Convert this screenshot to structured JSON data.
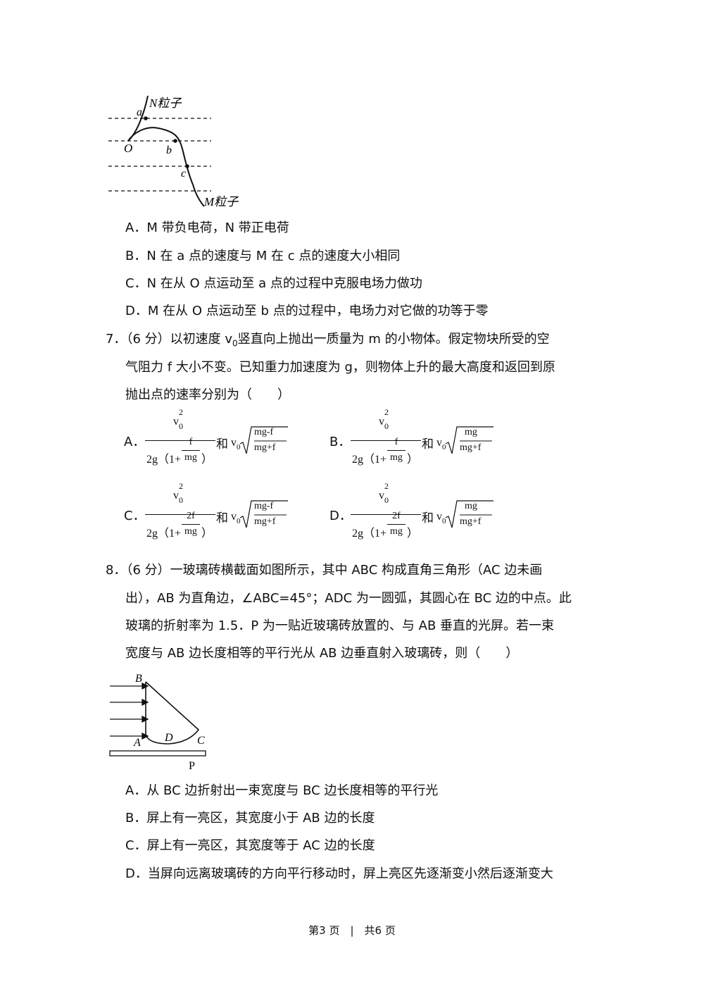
{
  "fig1": {
    "n_label": "N粒子",
    "m_label": "M粒子",
    "pt_a": "a",
    "pt_o": "O",
    "pt_b": "b",
    "pt_c": "c"
  },
  "q6": {
    "options": [
      "A．M 带负电荷，N 带正电荷",
      "B．N 在 a 点的速度与 M 在 c 点的速度大小相同",
      "C．N 在从 O 点运动至 a 点的过程中克服电场力做功",
      "D．M 在从 O 点运动至 b 点的过程中，电场力对它做的功等于零"
    ]
  },
  "q7": {
    "line1_pre": "7．（6 分）以初速度 v",
    "line1_sub": "0",
    "line1_post": "竖直向上抛出一质量为 m 的小物体。假定物块所受的空",
    "line2": "气阻力 f 大小不变。已知重力加速度为 g，则物体上升的最大高度和返回到原",
    "line3": "抛出点的速率分别为（　　）",
    "opt_a": "A．",
    "opt_b": "B．",
    "opt_c": "C．",
    "opt_d": "D．",
    "and": "和",
    "v": "v",
    "sub0": "0",
    "sup2": "2",
    "den_pre": "2g（1+",
    "den_post": "）",
    "f": "f",
    "two_f": "2f",
    "mg": "mg",
    "mg_minus_f": "mg-f",
    "mg_plus_f": "mg+f"
  },
  "q8": {
    "lines": [
      "8．（6 分）一玻璃砖横截面如图所示，其中 ABC 构成直角三角形（AC 边未画",
      "出），AB 为直角边，∠ABC=45°；ADC 为一圆弧，其圆心在 BC 边的中点。此",
      "玻璃的折射率为 1.5．P 为一贴近玻璃砖放置的、与 AB 垂直的光屏。若一束",
      "宽度与 AB 边长度相等的平行光从 AB 边垂直射入玻璃砖，则（　　）"
    ],
    "fig": {
      "B": "B",
      "A": "A",
      "D": "D",
      "C": "C",
      "P": "P"
    },
    "options": [
      "A．从 BC 边折射出一束宽度与 BC 边长度相等的平行光",
      "B．屏上有一亮区，其宽度小于 AB 边的长度",
      "C．屏上有一亮区，其宽度等于 AC 边的长度",
      "D．当屏向远离玻璃砖的方向平行移动时，屏上亮区先逐渐变小然后逐渐变大"
    ]
  },
  "footer": "第3 页　|　共6 页"
}
